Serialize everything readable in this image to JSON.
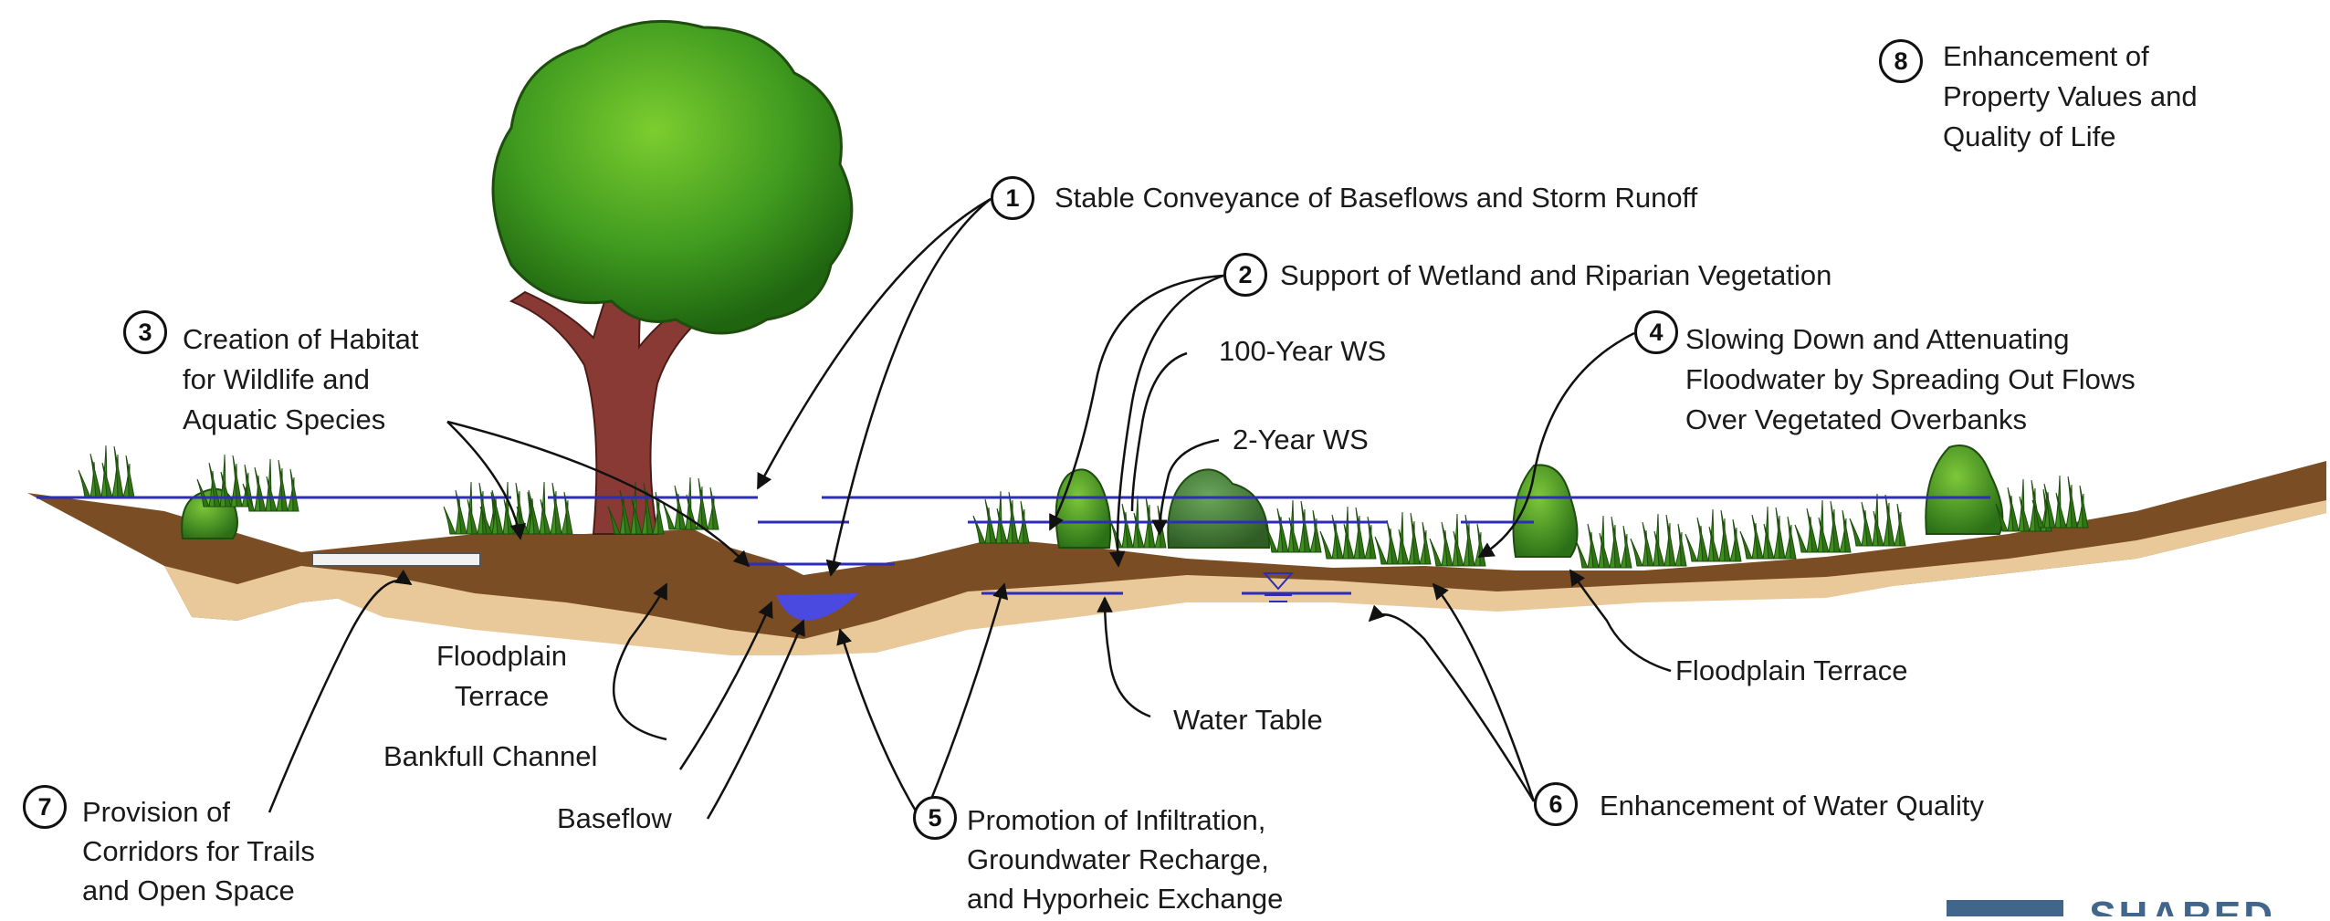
{
  "callouts": [
    {
      "num": "1",
      "lines": [
        "Stable Conveyance of Baseflows and Storm Runoff"
      ]
    },
    {
      "num": "2",
      "lines": [
        "Support of Wetland and Riparian Vegetation"
      ]
    },
    {
      "num": "3",
      "lines": [
        "Creation of Habitat",
        "for Wildlife and",
        "Aquatic Species"
      ]
    },
    {
      "num": "4",
      "lines": [
        "Slowing Down and Attenuating",
        "Floodwater by Spreading Out Flows",
        "Over Vegetated Overbanks"
      ]
    },
    {
      "num": "5",
      "lines": [
        "Promotion of Infiltration,",
        "Groundwater Recharge,",
        "and Hyporheic Exchange"
      ]
    },
    {
      "num": "6",
      "lines": [
        "Enhancement of Water Quality"
      ]
    },
    {
      "num": "7",
      "lines": [
        "Provision of",
        "Corridors for Trails",
        "and Open Space"
      ]
    },
    {
      "num": "8",
      "lines": [
        "Enhancement of",
        "Property Values and",
        "Quality of Life"
      ]
    }
  ],
  "labels": {
    "ws_100": "100-Year WS",
    "ws_2": "2-Year WS",
    "floodplain_terrace_left": [
      "Floodplain",
      "Terrace"
    ],
    "floodplain_terrace_right": "Floodplain Terrace",
    "water_table": "Water Table",
    "bankfull_channel": "Bankfull Channel",
    "baseflow": "Baseflow"
  },
  "brand": {
    "text": "SHARED"
  },
  "colors": {
    "soil": "#7a4d24",
    "sand": "#e9c89a",
    "grass": "#3f8f1f",
    "tree_canopy": "#3e9a1e",
    "trunk": "#8a3a34",
    "water_line": "#2d2db8",
    "brand": "#42658c"
  }
}
